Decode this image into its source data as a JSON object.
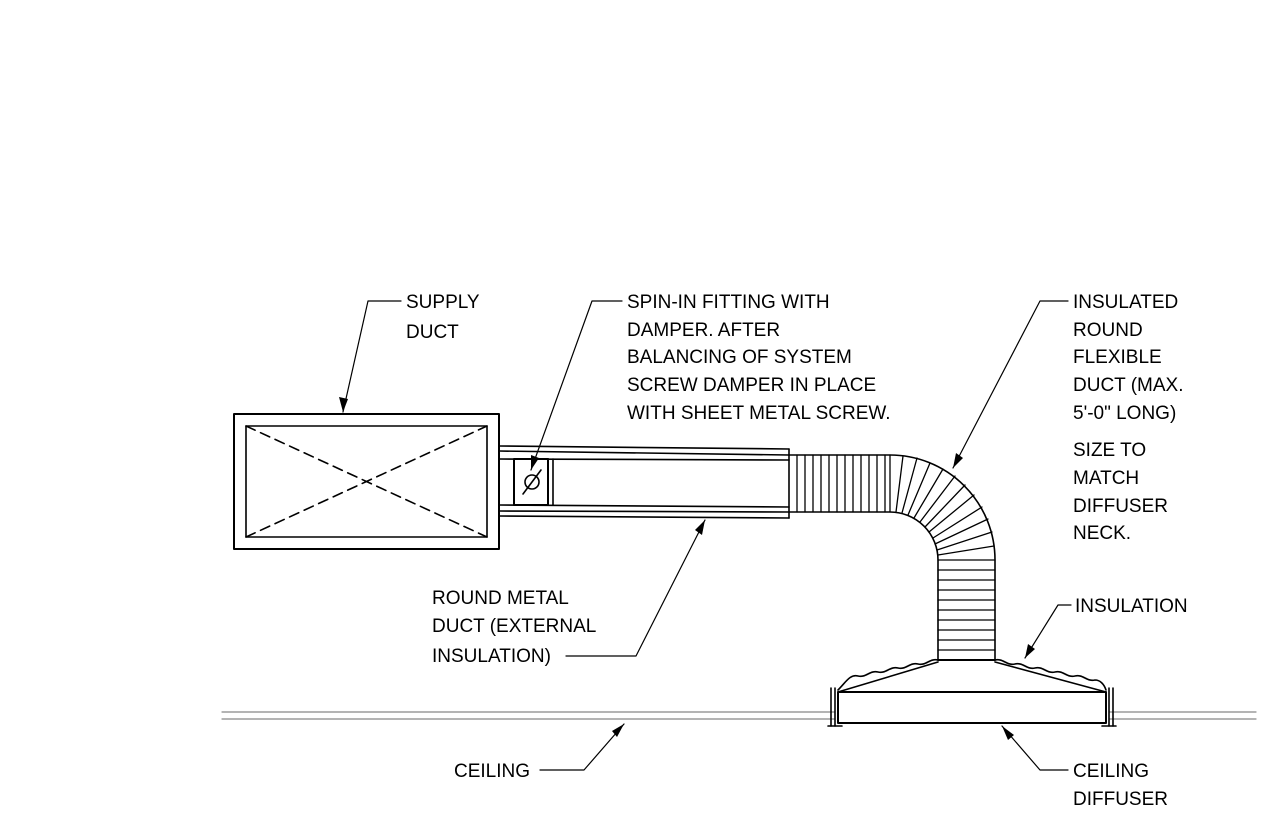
{
  "labels": {
    "supply_duct": [
      "SUPPLY",
      "DUCT"
    ],
    "spin_in": [
      "SPIN-IN FITTING WITH",
      "DAMPER. AFTER",
      "BALANCING OF SYSTEM",
      "SCREW DAMPER IN PLACE",
      "WITH SHEET METAL SCREW."
    ],
    "flex_duct": [
      "INSULATED",
      "ROUND",
      "FLEXIBLE",
      "DUCT (MAX.",
      "5'-0\" LONG)",
      "SIZE TO",
      "MATCH",
      "DIFFUSER",
      "NECK."
    ],
    "round_metal": [
      "ROUND METAL",
      "DUCT (EXTERNAL",
      "INSULATION)"
    ],
    "insulation": [
      "INSULATION"
    ],
    "ceiling": [
      "CEILING"
    ],
    "ceiling_diffuser": [
      "CEILING",
      "DIFFUSER"
    ]
  },
  "symbols": {
    "damper": "Ø"
  }
}
